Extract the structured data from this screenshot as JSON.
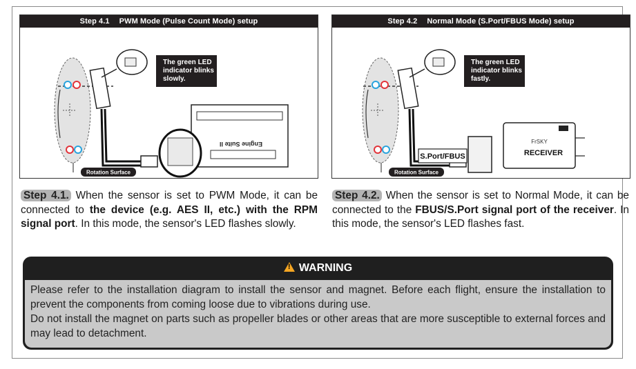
{
  "panel_left": {
    "step_num": "Step 4.1",
    "title": "PWM Mode (Pulse Count Mode) setup",
    "callout": [
      "The green LED",
      "indicator blinks",
      "slowly."
    ],
    "rotation_label": "Rotation Surface",
    "device_label": [
      "Engine Suite II"
    ]
  },
  "panel_right": {
    "step_num": "Step 4.2",
    "title": "Normal Mode (S.Port/FBUS Mode) setup",
    "callout": [
      "The green LED",
      "indicator blinks",
      "fastly."
    ],
    "rotation_label": "Rotation Surface",
    "port_label": "S.Port/FBUS",
    "receiver_label": "RECEIVER",
    "brand_label": "FrSKY"
  },
  "desc_left": {
    "badge": "Step 4.1.",
    "t1": " When the sensor is set to PWM Mode, it can be connected to ",
    "b1": "the device (e.g. AES II, etc.) with the RPM signal port",
    "t2": ". In this mode, the sensor's LED flashes slowly."
  },
  "desc_right": {
    "badge": "Step 4.2.",
    "t1": " When the sensor is set to Normal Mode, it can be connected to the ",
    "b1": "FBUS/S.Port signal port of the receiver",
    "t2": ". In this mode, the sensor's LED flashes fast."
  },
  "warning": {
    "title": "WARNING",
    "p1": "Please refer to the installation diagram to install the sensor and magnet. Before each flight, ensure the installation to prevent the components from coming loose due to vibrations during use.",
    "p2": "Do not install the magnet on parts such as propeller blades or other areas that are more susceptible to external forces and may lead to detachment."
  },
  "colors": {
    "header_bg": "#231f20",
    "badge_bg": "#b3b3b3",
    "warning_bg": "#1f1f1f",
    "warning_body": "#c9c9c9",
    "magnet_blue": "#29a3dd",
    "magnet_red": "#e2333a"
  }
}
